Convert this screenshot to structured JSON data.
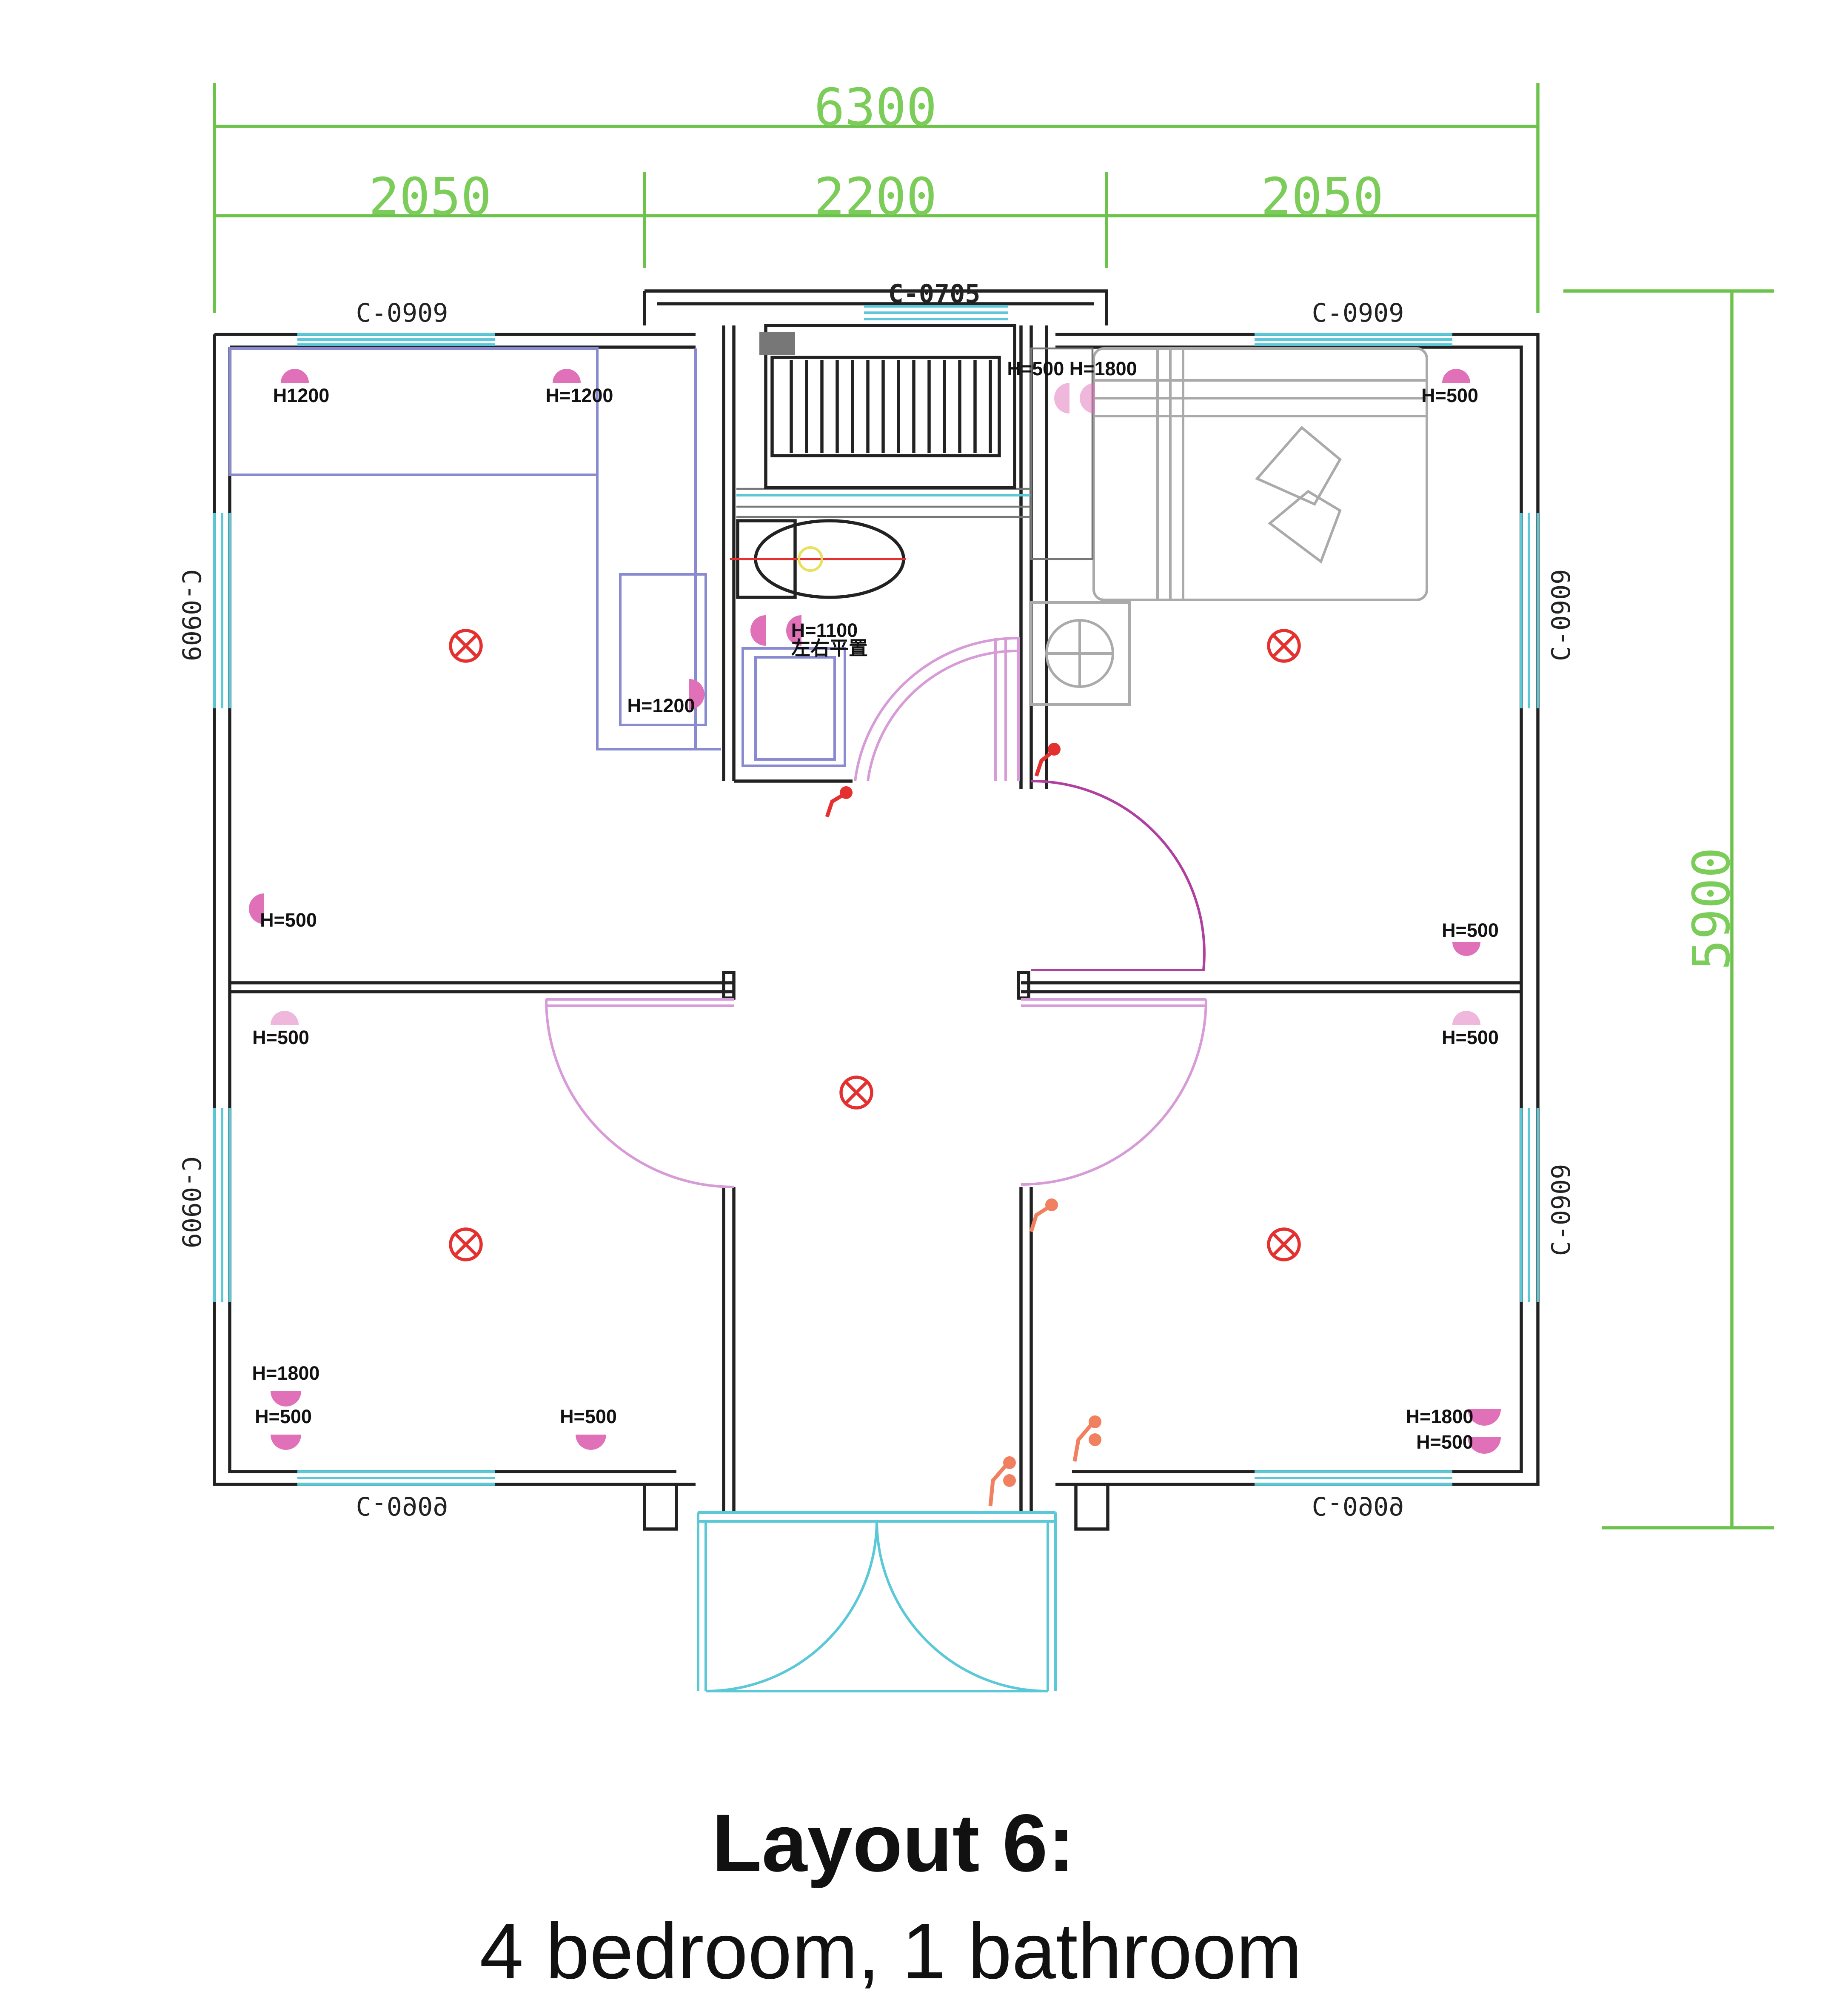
{
  "dimensions": {
    "total_width": "6300",
    "left_width": "2050",
    "middle_width": "2200",
    "right_width": "2050",
    "total_depth": "5900"
  },
  "windows": {
    "top_left": "C-0909",
    "top_right": "C-0909",
    "bathroom": "C-0705",
    "bottom_left": "C-0909",
    "bottom_right": "C-0909",
    "left_upper": "C-0909",
    "left_lower": "C-0909",
    "right_upper": "C-0909",
    "right_lower": "C-0909"
  },
  "heights": {
    "tl_1": "H1200",
    "tl_2": "H=1200",
    "tl_3": "H=1200",
    "bath_1": "H=1100",
    "bath_2": "左右平置",
    "tr_1": "H=500 H=1800",
    "tr_2": "H=500",
    "tl_wall": "H=500",
    "tr_wall": "H=500",
    "bl_top": "H=500",
    "br_top": "H=500",
    "bl_1": "H=1800",
    "bl_2": "H=500",
    "bl_3": "H=500",
    "br_1": "H=1800",
    "br_2": "H=500"
  },
  "colors": {
    "dimension": "#6cc24a",
    "window": "#5bc8d8",
    "door": "#d79bd7",
    "light": "#e53030",
    "socket": "#e070b8",
    "wardrobe": "#8a8ad0"
  },
  "caption": {
    "title": "Layout 6:",
    "subtitle": "4 bedroom, 1 bathroom"
  }
}
